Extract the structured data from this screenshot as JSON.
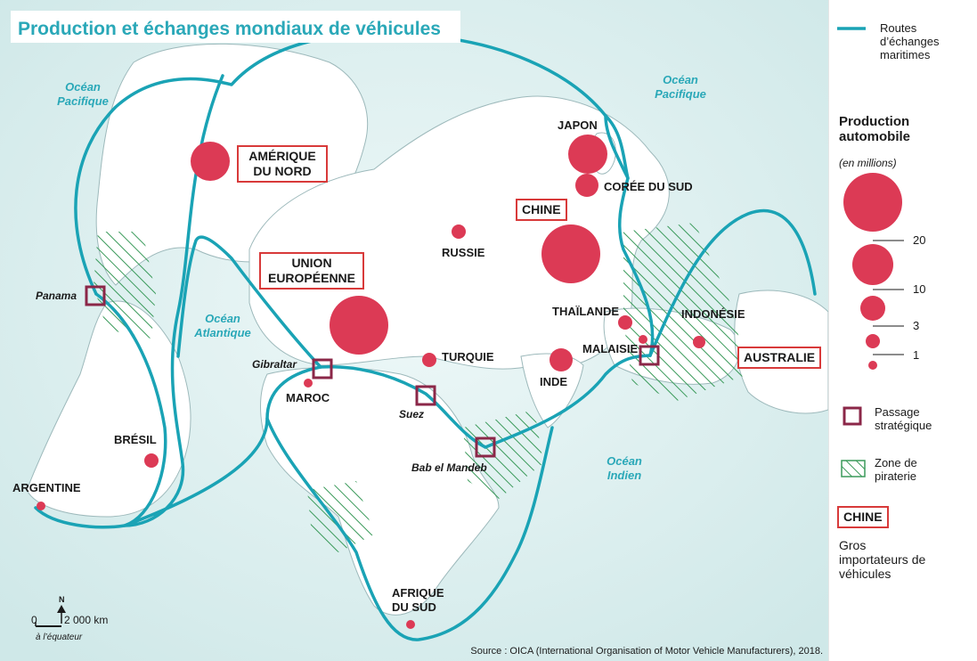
{
  "title": "Production et échanges mondiaux de véhicules",
  "oceans": {
    "pacific_west": "Océan Pacifique",
    "pacific_east": "Océan Pacifique",
    "atlantic": "Océan Atlantique",
    "indian": "Océan Indien"
  },
  "importers": {
    "north_america": "AMÉRIQUE DU NORD",
    "china": "CHINE",
    "eu": "UNION EUROPÉENNE",
    "australia": "AUSTRALIE"
  },
  "producers": {
    "japon": "JAPON",
    "coree": "CORÉE DU SUD",
    "russie": "RUSSIE",
    "thailande": "THAÏLANDE",
    "indonesie": "INDONÉSIE",
    "malaisie": "MALAISIE",
    "inde": "INDE",
    "turquie": "TURQUIE",
    "maroc": "MAROC",
    "bresil": "BRÉSIL",
    "argentine": "ARGENTINE",
    "afrique_sud": "AFRIQUE DU SUD"
  },
  "passages": {
    "panama": "Panama",
    "gibraltar": "Gibraltar",
    "suez": "Suez",
    "bab": "Bab el Mandeb"
  },
  "legend": {
    "routes": "Routes d’échanges maritimes",
    "production_title": "Production automobile",
    "production_unit": "(en millions)",
    "sizes": [
      "20",
      "10",
      "3",
      "1"
    ],
    "passage": "Passage stratégique",
    "piracy": "Zone de piraterie",
    "importer_example": "CHINE",
    "importer_desc": "Gros importateurs de véhicules"
  },
  "scale": {
    "north": "N",
    "zero": "0",
    "distance": "2 000 km",
    "note": "à l’équateur"
  },
  "source": "Source : OICA (International Organisation of Motor Vehicle Manufacturers), 2018.",
  "colors": {
    "route": "#1aa3b5",
    "circle": "#dc3a55",
    "passage": "#8b2748",
    "piracy": "#3a9a5a",
    "importer_border": "#d83a3a",
    "ocean": "#d9eeee",
    "land": "#ffffff",
    "title_bar": "#2aa8b8"
  }
}
